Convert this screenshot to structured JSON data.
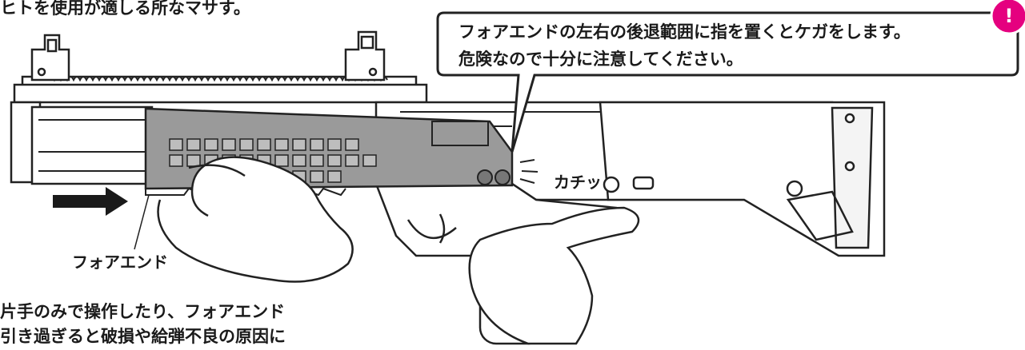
{
  "top_text": "ヒトを使用が適しる所なマサす。",
  "warning": {
    "line1": "フォアエンドの左右の後退範囲に指を置くとケガをします。",
    "line2": "危険なので十分に注意してください。",
    "badge": "!"
  },
  "labels": {
    "forend": "フォアエンド",
    "sound": "カチッ"
  },
  "note": {
    "line1": "片手のみで操作したり、フォアエンド",
    "line2": "引き過ぎると破損や給弾不良の原因に"
  },
  "colors": {
    "line": "#222222",
    "gray_part": "#9a9a9a",
    "light_gray": "#f4f4f4",
    "danger_zone": "#f2b9d6",
    "badge": "#e5007f",
    "arrow": "#1a1a1a"
  }
}
